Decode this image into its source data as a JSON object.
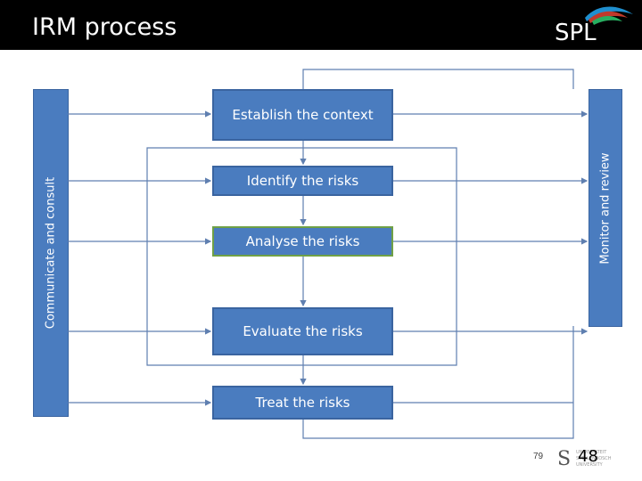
{
  "header": {
    "title": "IRM process",
    "logo_text": "SPL"
  },
  "sidebars": {
    "left_label": "Communicate and consult",
    "right_label": "Monitor and review"
  },
  "steps": [
    {
      "label": "Establish the context"
    },
    {
      "label": "Identify the risks"
    },
    {
      "label": "Analyse the risks"
    },
    {
      "label": "Evaluate the risks"
    },
    {
      "label": "Treat the risks"
    }
  ],
  "footer": {
    "page_number": "79",
    "slide_number": "48",
    "university_lines": [
      "UNIVERSITEIT",
      "STELLENBOSCH",
      "UNIVERSITY"
    ]
  },
  "colors": {
    "header_bg": "#000000",
    "box_fill": "#4a7cbf",
    "box_border": "#3a64a0",
    "analyse_border": "#6fa046",
    "connector": "#5f7fb0"
  }
}
